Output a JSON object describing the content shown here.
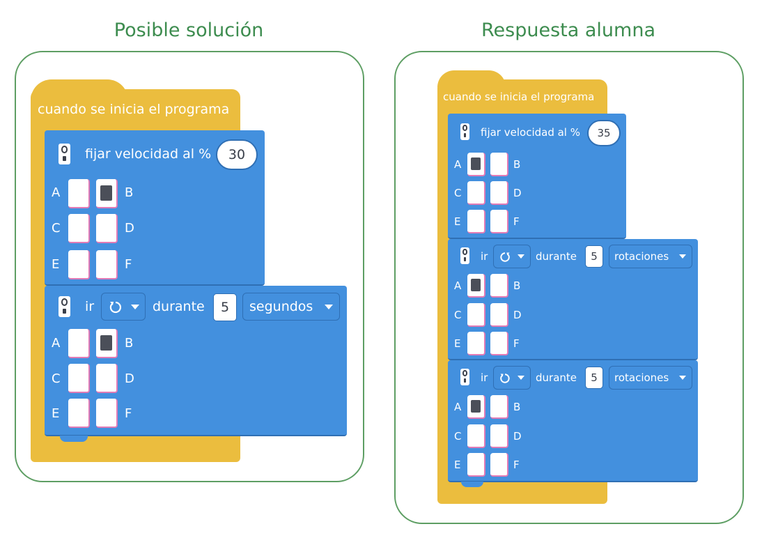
{
  "titles": {
    "left": "Posible solución",
    "right": "Respuesta alumna"
  },
  "colors": {
    "panel_border": "#5d9e63",
    "title": "#3d8c4f",
    "hat": "#ebbd3e",
    "block": "#4390de",
    "cell_on": "#4b4f59"
  },
  "left": {
    "hat_label": "cuando se inicia el programa",
    "speed": {
      "label": "fijar velocidad al %",
      "value": "30",
      "icon": "hub-icon",
      "ports": {
        "A": false,
        "B": true,
        "C": false,
        "D": false,
        "E": false,
        "F": false
      }
    },
    "run": {
      "label": "ir",
      "direction_icon": "counterclockwise-icon",
      "during": "durante",
      "value": "5",
      "unit": "segundos",
      "icon": "hub-icon",
      "ports": {
        "A": false,
        "B": true,
        "C": false,
        "D": false,
        "E": false,
        "F": false
      }
    }
  },
  "right": {
    "hat_label": "cuando se inicia el programa",
    "speed": {
      "label": "fijar velocidad al %",
      "value": "35",
      "icon": "hub-icon",
      "ports": {
        "A": true,
        "B": false,
        "C": false,
        "D": false,
        "E": false,
        "F": false
      }
    },
    "run1": {
      "label": "ir",
      "direction_icon": "clockwise-icon",
      "during": "durante",
      "value": "5",
      "unit": "rotaciones",
      "icon": "hub-icon",
      "ports": {
        "A": true,
        "B": false,
        "C": false,
        "D": false,
        "E": false,
        "F": false
      }
    },
    "run2": {
      "label": "ir",
      "direction_icon": "counterclockwise-icon",
      "during": "durante",
      "value": "5",
      "unit": "rotaciones",
      "icon": "hub-icon",
      "ports": {
        "A": true,
        "B": false,
        "C": false,
        "D": false,
        "E": false,
        "F": false
      }
    }
  },
  "port_letters": {
    "A": "A",
    "B": "B",
    "C": "C",
    "D": "D",
    "E": "E",
    "F": "F"
  }
}
